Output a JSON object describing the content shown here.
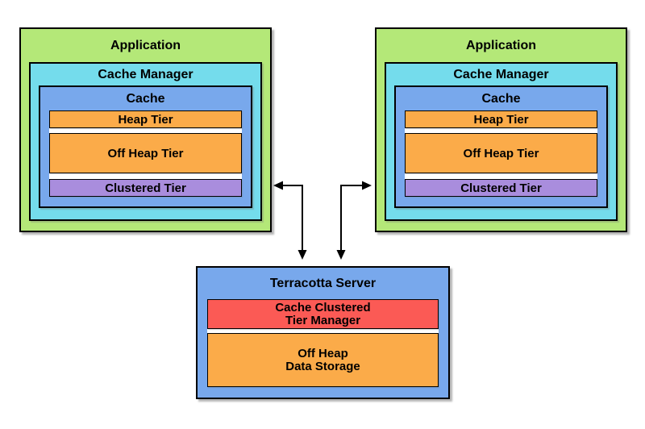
{
  "colors": {
    "green": "#b4e878",
    "cyan": "#74dcec",
    "blue": "#78a8ec",
    "orange": "#fbab49",
    "purple": "#a98ddd",
    "red": "#fb5a55",
    "line": "#000000"
  },
  "apps": [
    {
      "title": "Application",
      "cache_manager": {
        "title": "Cache Manager",
        "cache": {
          "title": "Cache",
          "tiers": [
            {
              "label": "Heap Tier"
            },
            {
              "label": "Off Heap Tier"
            },
            {
              "label": "Clustered Tier"
            }
          ]
        }
      }
    },
    {
      "title": "Application",
      "cache_manager": {
        "title": "Cache Manager",
        "cache": {
          "title": "Cache",
          "tiers": [
            {
              "label": "Heap Tier"
            },
            {
              "label": "Off Heap Tier"
            },
            {
              "label": "Clustered Tier"
            }
          ]
        }
      }
    }
  ],
  "server": {
    "title": "Terracotta Server",
    "components": [
      {
        "line1": "Cache Clustered",
        "line2": "Tier Manager"
      },
      {
        "line1": "Off Heap",
        "line2": "Data Storage"
      }
    ]
  },
  "arrows": [
    {
      "name": "left-app-to-server",
      "style": "elbow, double-headed"
    },
    {
      "name": "right-app-to-server",
      "style": "elbow, double-headed"
    }
  ]
}
